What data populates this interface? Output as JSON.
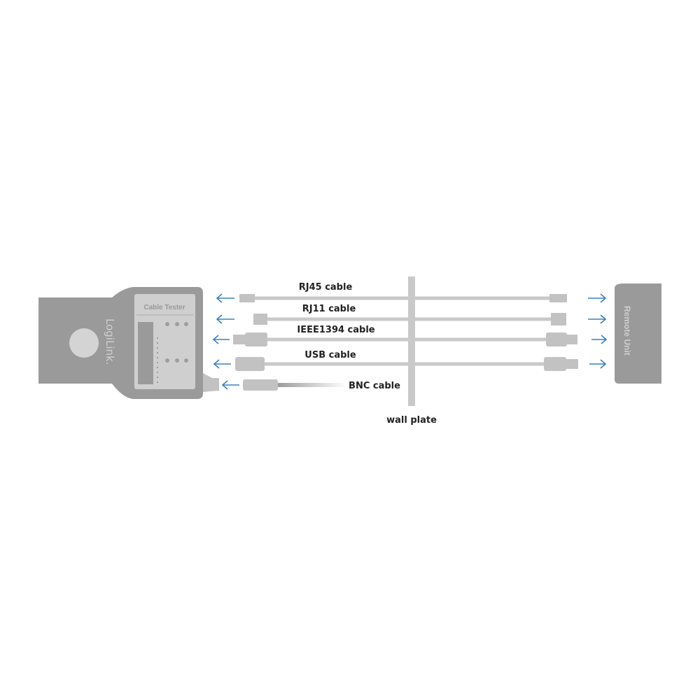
{
  "tester": {
    "panel_title": "Cable Tester",
    "brand": "LogiLink."
  },
  "remote": {
    "label": "Remote Unit"
  },
  "cables": [
    {
      "label": "RJ45 cable"
    },
    {
      "label": "RJ11 cable"
    },
    {
      "label": "IEEE1394 cable"
    },
    {
      "label": "USB cable"
    },
    {
      "label": "BNC cable"
    }
  ],
  "wall_plate": {
    "label": "wall plate"
  },
  "colors": {
    "device": "#9a9a9a",
    "panel": "#cfcfcf",
    "cable": "#c9c9c9",
    "arrow": "#3a80c2"
  }
}
